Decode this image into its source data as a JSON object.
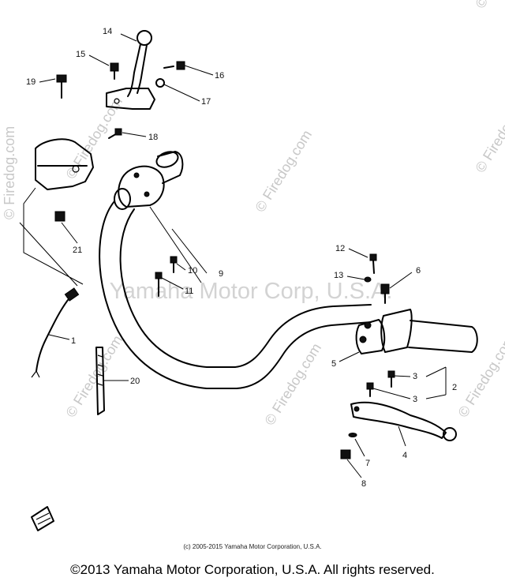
{
  "watermarks": {
    "firedog": "© Firedog.com",
    "yamaha": "Yamaha Motor Corp, U.S.A."
  },
  "callouts": {
    "p1": "1",
    "p2": "2",
    "p3a": "3",
    "p3b": "3",
    "p4": "4",
    "p5": "5",
    "p6": "6",
    "p7": "7",
    "p8": "8",
    "p9": "9",
    "p10": "10",
    "p11": "11",
    "p12": "12",
    "p13": "13",
    "p14": "14",
    "p15": "15",
    "p16": "16",
    "p17": "17",
    "p18": "18",
    "p19": "19",
    "p20": "20",
    "p21": "21"
  },
  "copyright_small": "(c) 2005-2015 Yamaha Motor Corporation, U.S.A.",
  "copyright_footer": "©2013 Yamaha Motor Corporation, U.S.A. All rights reserved."
}
